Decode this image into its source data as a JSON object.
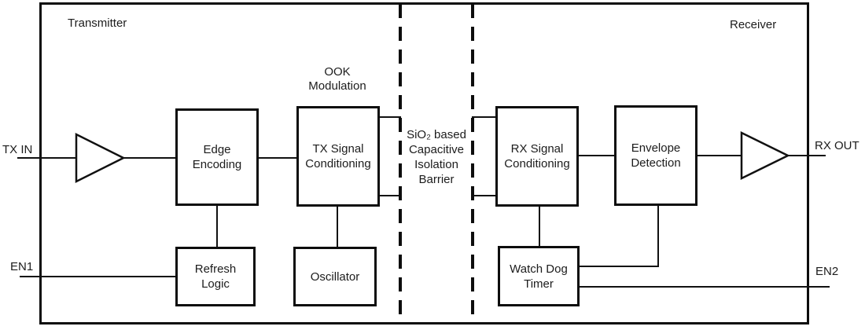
{
  "diagram": {
    "region_labels": {
      "transmitter": "Transmitter",
      "receiver": "Receiver"
    },
    "annotations": {
      "ook_modulation": "OOK\nModulation",
      "isolation_barrier": "SiO₂ based\nCapacitive\nIsolation\nBarrier"
    },
    "blocks": {
      "edge_encoding": "Edge\nEncoding",
      "tx_signal_conditioning": "TX Signal\nConditioning",
      "refresh_logic": "Refresh\nLogic",
      "oscillator": "Oscillator",
      "rx_signal_conditioning": "RX Signal\nConditioning",
      "envelope_detection": "Envelope\nDetection",
      "watch_dog_timer": "Watch Dog\nTimer"
    },
    "ports": {
      "tx_in": "TX IN",
      "en1": "EN1",
      "rx_out": "RX OUT",
      "en2": "EN2"
    },
    "colors": {
      "line": "#111111",
      "text": "#1c1c1c",
      "background": "#ffffff"
    }
  }
}
